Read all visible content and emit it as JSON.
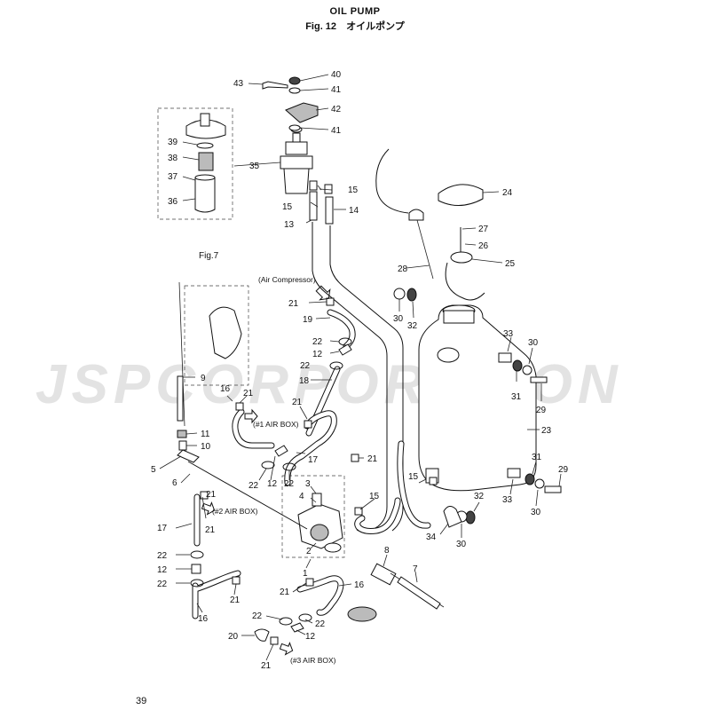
{
  "header": {
    "title": "OIL PUMP",
    "fig_label": "Fig. 12",
    "fig_title_jp": "オイルポンプ"
  },
  "page_number": "39",
  "watermark": "JSPCORPORATION",
  "annotations": {
    "fig7": "Fig.7",
    "air_compressor": "(Air Compressor)",
    "air_box_1": "(#1 AIR BOX)",
    "air_box_2": "(#2 AIR BOX)",
    "air_box_3": "(#3 AIR BOX)"
  },
  "callouts": [
    "1",
    "2",
    "3",
    "4",
    "5",
    "6",
    "7",
    "8",
    "9",
    "10",
    "11",
    "12",
    "13",
    "14",
    "15",
    "16",
    "17",
    "18",
    "19",
    "20",
    "21",
    "22",
    "23",
    "24",
    "25",
    "26",
    "27",
    "28",
    "29",
    "30",
    "31",
    "32",
    "33",
    "34",
    "35",
    "36",
    "37",
    "38",
    "39",
    "40",
    "41",
    "42",
    "43"
  ]
}
